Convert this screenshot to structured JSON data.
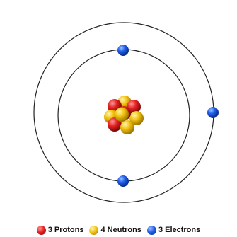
{
  "diagram": {
    "orbits": [
      {
        "name": "inner-orbit",
        "electrons": 2
      },
      {
        "name": "outer-orbit",
        "electrons": 1
      }
    ],
    "nucleus": {
      "protons": 3,
      "neutrons": 4
    }
  },
  "legend": {
    "protons": {
      "label": "3 Protons",
      "color": "#e02020"
    },
    "neutrons": {
      "label": "4 Neutrons",
      "color": "#f0c010"
    },
    "electrons": {
      "label": "3 Electrons",
      "color": "#1a55e0"
    }
  },
  "colors": {
    "proton": "#e02020",
    "neutron": "#f0c010",
    "electron": "#1a55e0",
    "orbit": "#222222",
    "background": "#ffffff"
  }
}
